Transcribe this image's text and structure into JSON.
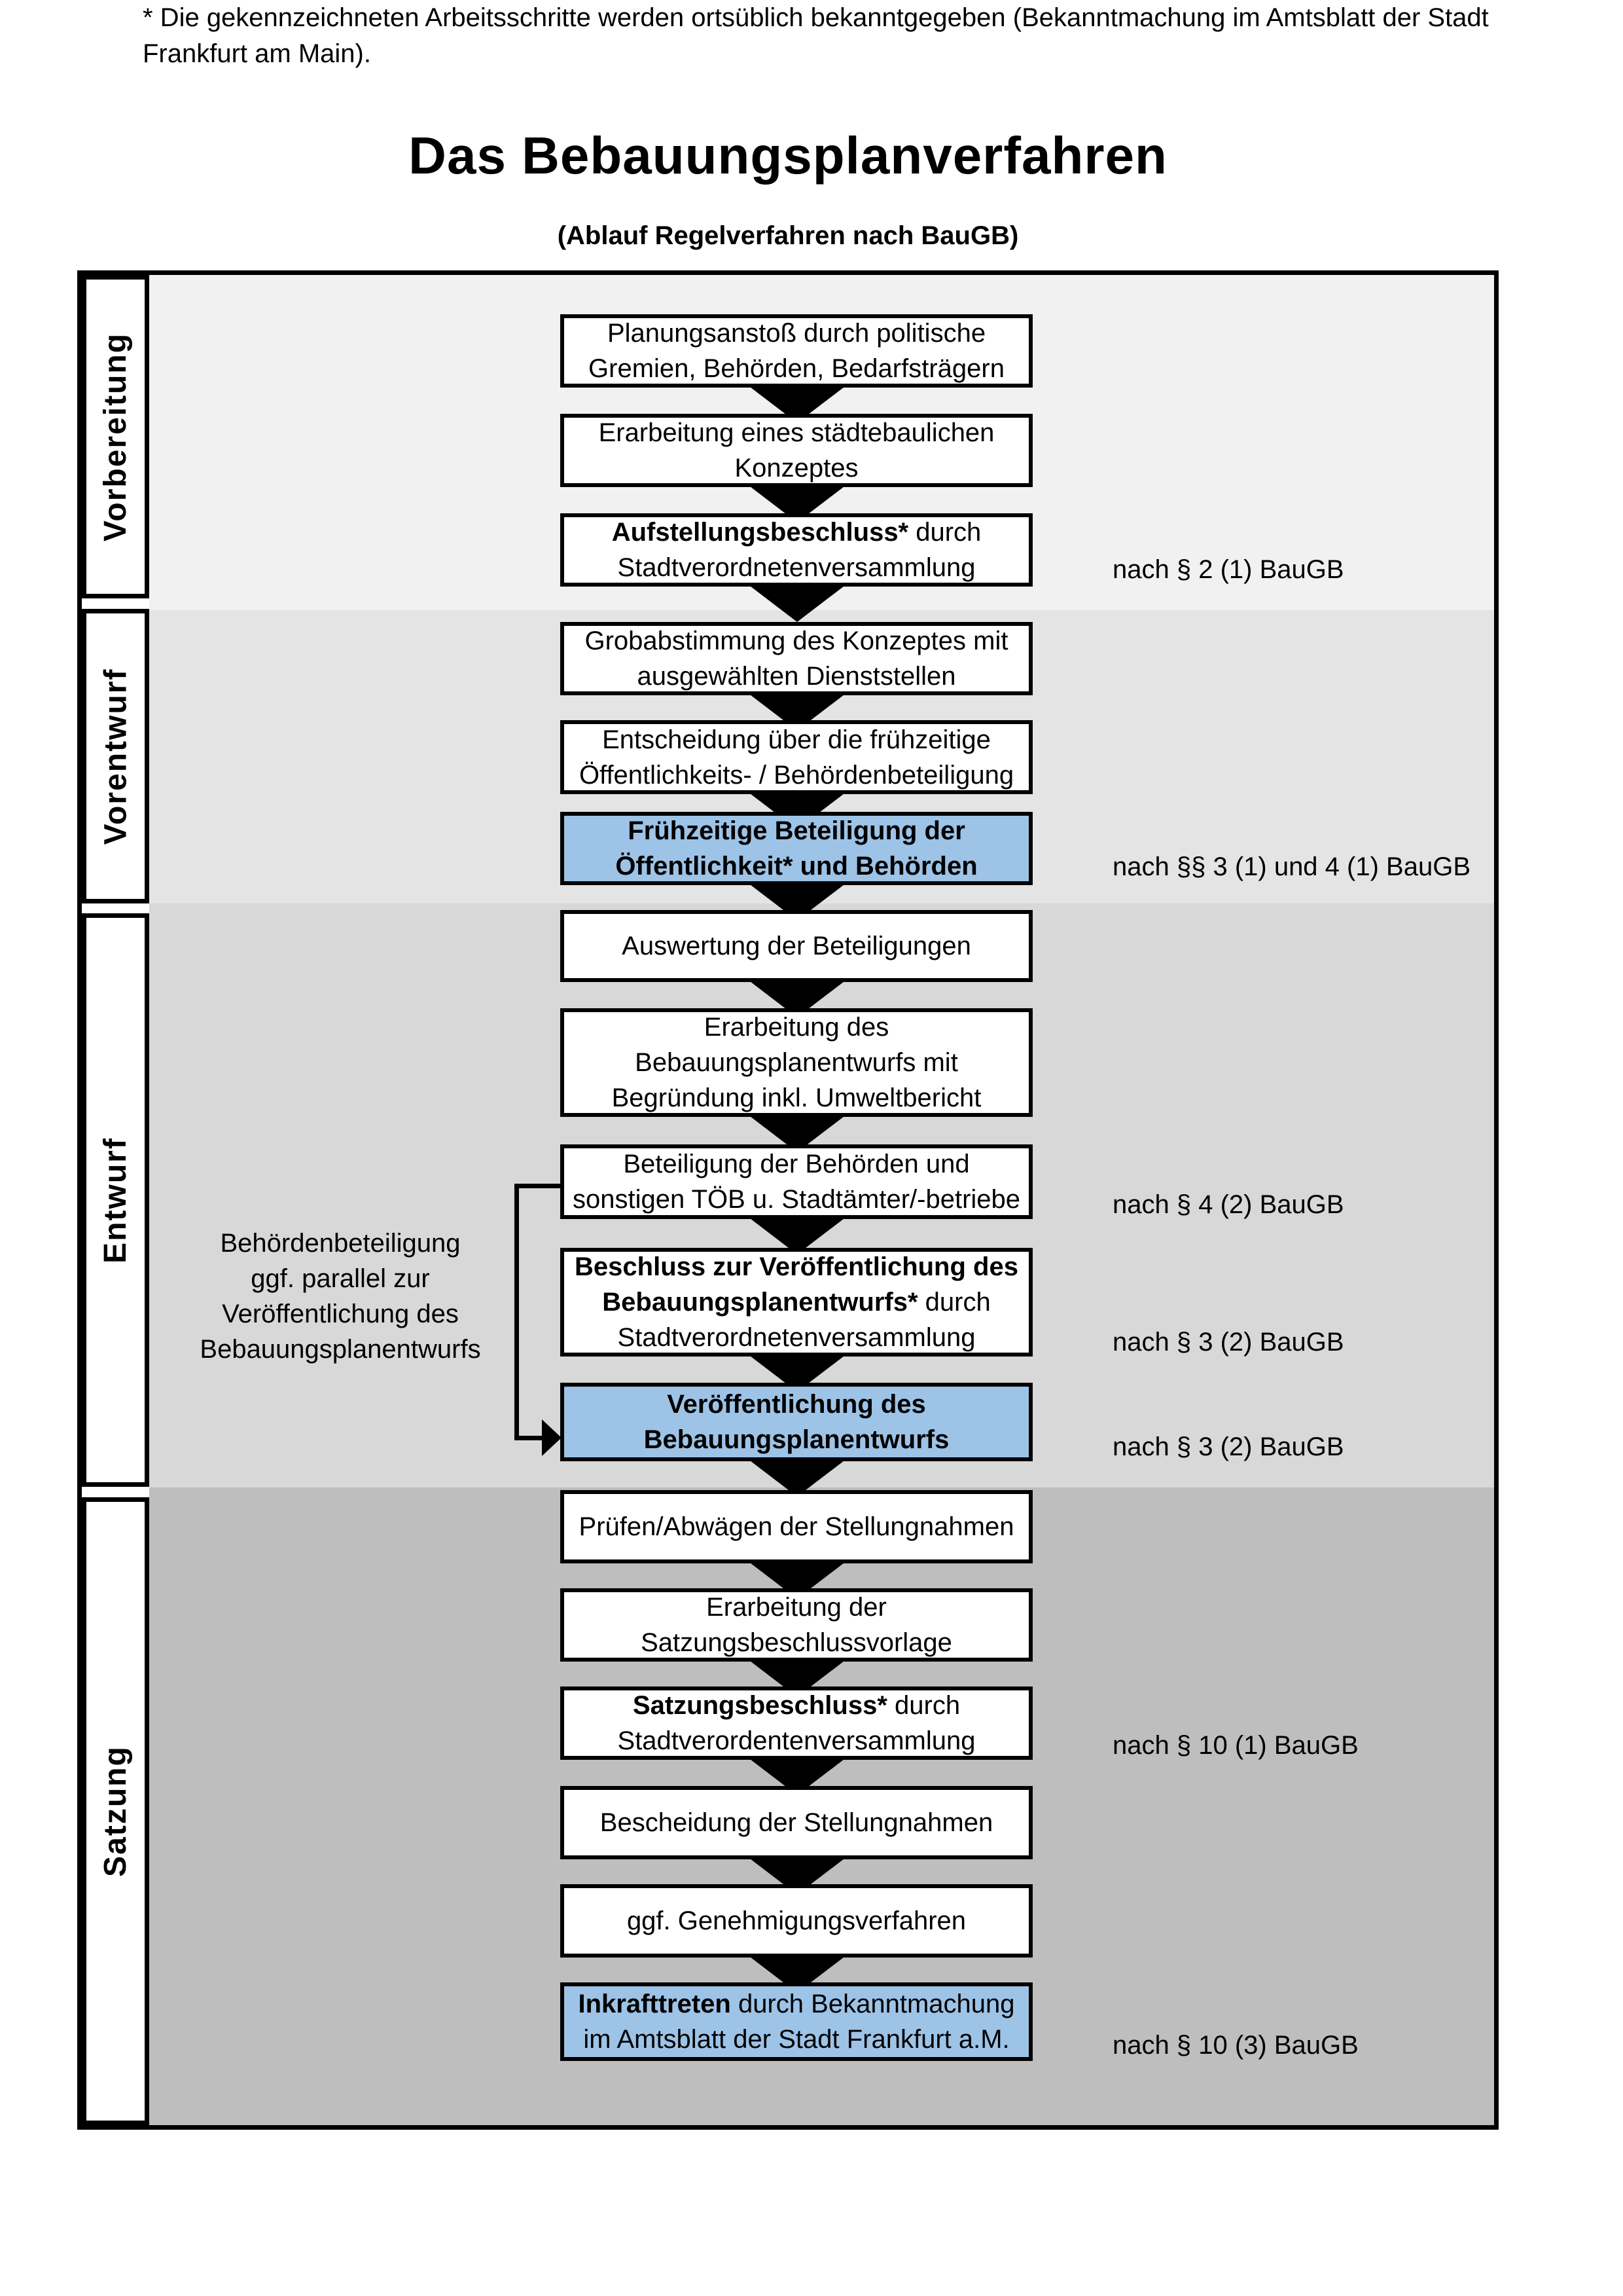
{
  "title": "Das Bebauungsplanverfahren",
  "subtitle": "(Ablauf Regelverfahren nach BauGB)",
  "phases": [
    {
      "label": "Vorbereitung"
    },
    {
      "label": "Vorentwurf"
    },
    {
      "label": "Entwurf"
    },
    {
      "label": "Satzung"
    }
  ],
  "boxes": [
    {
      "l1": "Planungsanstoß durch politische",
      "l2": "Gremien, Behörden, Bedarfsträgern"
    },
    {
      "l1": "Erarbeitung eines städtebaulichen",
      "l2": "Konzeptes"
    },
    {
      "l1b": "Aufstellungsbeschluss*",
      "l1r": " durch",
      "l2": "Stadtverordnetenversammlung"
    },
    {
      "l1": "Grobabstimmung des Konzeptes mit",
      "l2": "ausgewählten Dienststellen"
    },
    {
      "l1": "Entscheidung über die frühzeitige",
      "l2": "Öffentlichkeits- / Behördenbeteiligung"
    },
    {
      "l1": "Frühzeitige Beteiligung der",
      "l2": "Öffentlichkeit* und Behörden"
    },
    {
      "l1": "Auswertung der Beteiligungen"
    },
    {
      "l1": "Erarbeitung des",
      "l2": "Bebauungsplanentwurfs mit",
      "l3": "Begründung inkl. Umweltbericht"
    },
    {
      "l1": "Beteiligung der Behörden und",
      "l2": "sonstigen TÖB u. Stadtämter/-betriebe"
    },
    {
      "l1b": "Beschluss zur Veröffentlichung des",
      "l2b": "Bebauungsplanentwurfs*",
      "l2r": " durch",
      "l3": "Stadtverordnetenversammlung"
    },
    {
      "l1": "Veröffentlichung des",
      "l2": "Bebauungsplanentwurfs"
    },
    {
      "l1": "Prüfen/Abwägen der Stellungnahmen"
    },
    {
      "l1": "Erarbeitung der",
      "l2": "Satzungsbeschlussvorlage"
    },
    {
      "l1b": "Satzungsbeschluss*",
      "l1r": " durch",
      "l2": "Stadtverordentenversammlung"
    },
    {
      "l1": "Bescheidung der Stellungnahmen"
    },
    {
      "l1": "ggf. Genehmigungsverfahren"
    },
    {
      "l1b": "Inkrafttreten",
      "l1r": " durch Bekanntmachung",
      "l2": "im Amtsblatt der Stadt Frankfurt a.M."
    }
  ],
  "annotations": [
    "nach § 2 (1) BauGB",
    "nach §§ 3 (1) und 4 (1) BauGB",
    "nach § 4 (2) BauGB",
    "nach § 3 (2) BauGB",
    "nach § 3 (2) BauGB",
    "nach § 10 (1) BauGB",
    "nach § 10 (3) BauGB"
  ],
  "side_note": {
    "l1": "Behördenbeteiligung",
    "l2": "ggf. parallel zur",
    "l3": "Veröffentlichung des",
    "l4": "Bebauungsplanentwurfs"
  },
  "footnote": {
    "l1": "* Die gekennzeichneten Arbeitsschritte werden ortsüblich bekanntgegeben (Bekanntmachung im Amtsblatt  der Stadt",
    "l2": "Frankfurt am Main)."
  },
  "colors": {
    "highlight_blue": "#9DC3E7",
    "band_vorbereitung": "#F1F1F1",
    "band_vorentwurf": "#E4E4E4",
    "band_entwurf": "#D8D8D8",
    "band_satzung": "#BEBEBE"
  }
}
